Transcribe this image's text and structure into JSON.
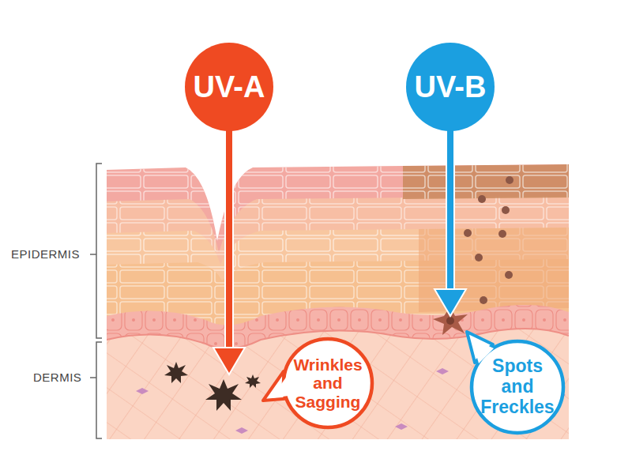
{
  "diagram": {
    "nodes": [
      {
        "text": [
          "UV-A"
        ]
      },
      {
        "text": [
          "UV-B"
        ]
      },
      {
        "text": [
          "Wrinkles and Sagging"
        ]
      },
      {
        "text": [
          "Spots and Freckles"
        ]
      }
    ],
    "labels": [
      "EPIDERMIS",
      "DERMIS"
    ]
  }
}
